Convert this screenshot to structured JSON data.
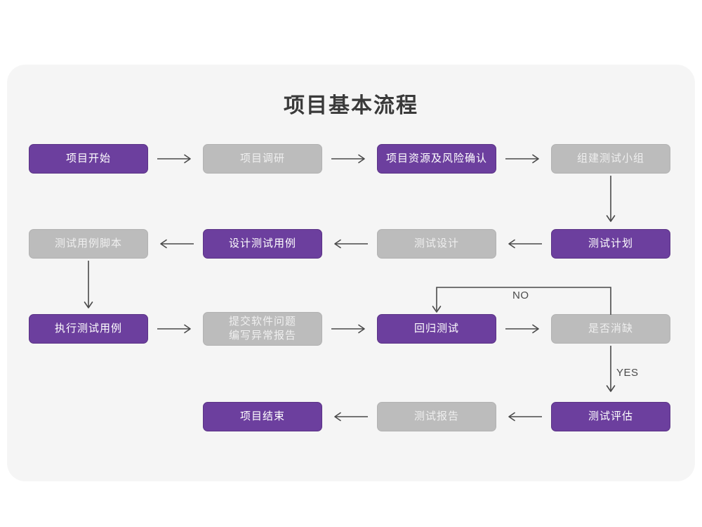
{
  "card": {
    "background_color": "#f5f5f5",
    "page_background_color": "#ffffff"
  },
  "title": "项目基本流程",
  "colors": {
    "accent_purple": "#6c3f9e",
    "muted_gray": "#bcbcbc",
    "arrow": "#4a4a4a",
    "title_text": "#3a3a3a"
  },
  "nodes": [
    {
      "id": "n1",
      "label": "项目开始",
      "style": "purple",
      "row": 1,
      "col": 1
    },
    {
      "id": "n2",
      "label": "项目调研",
      "style": "gray",
      "row": 1,
      "col": 2
    },
    {
      "id": "n3",
      "label": "项目资源及风险确认",
      "style": "purple",
      "row": 1,
      "col": 3
    },
    {
      "id": "n4",
      "label": "组建测试小组",
      "style": "gray",
      "row": 1,
      "col": 4
    },
    {
      "id": "n5",
      "label": "测试用例脚本",
      "style": "gray",
      "row": 2,
      "col": 1
    },
    {
      "id": "n6",
      "label": "设计测试用例",
      "style": "purple",
      "row": 2,
      "col": 2
    },
    {
      "id": "n7",
      "label": "测试设计",
      "style": "gray",
      "row": 2,
      "col": 3
    },
    {
      "id": "n8",
      "label": "测试计划",
      "style": "purple",
      "row": 2,
      "col": 4
    },
    {
      "id": "n9",
      "label": "执行测试用例",
      "style": "purple",
      "row": 3,
      "col": 1
    },
    {
      "id": "n10",
      "label_line1": "提交软件问题",
      "label_line2": "编写异常报告",
      "style": "gray",
      "row": 3,
      "col": 2
    },
    {
      "id": "n11",
      "label": "回归测试",
      "style": "purple",
      "row": 3,
      "col": 3
    },
    {
      "id": "n12",
      "label": "是否消缺",
      "style": "gray",
      "row": 3,
      "col": 4
    },
    {
      "id": "n13",
      "label": "项目结束",
      "style": "purple",
      "row": 4,
      "col": 2
    },
    {
      "id": "n14",
      "label": "测试报告",
      "style": "gray",
      "row": 4,
      "col": 3
    },
    {
      "id": "n15",
      "label": "测试评估",
      "style": "purple",
      "row": 4,
      "col": 4
    }
  ],
  "edge_labels": {
    "no": "NO",
    "yes": "YES"
  },
  "edges": [
    {
      "from": "n1",
      "to": "n2",
      "direction": "right"
    },
    {
      "from": "n2",
      "to": "n3",
      "direction": "right"
    },
    {
      "from": "n3",
      "to": "n4",
      "direction": "right"
    },
    {
      "from": "n4",
      "to": "n8",
      "direction": "down"
    },
    {
      "from": "n8",
      "to": "n7",
      "direction": "left"
    },
    {
      "from": "n7",
      "to": "n6",
      "direction": "left"
    },
    {
      "from": "n6",
      "to": "n5",
      "direction": "left"
    },
    {
      "from": "n5",
      "to": "n9",
      "direction": "down"
    },
    {
      "from": "n9",
      "to": "n10",
      "direction": "right"
    },
    {
      "from": "n10",
      "to": "n11",
      "direction": "right"
    },
    {
      "from": "n11",
      "to": "n12",
      "direction": "right"
    },
    {
      "from": "n12",
      "to": "n11",
      "direction": "loop-up-left",
      "label": "NO"
    },
    {
      "from": "n12",
      "to": "n15",
      "direction": "down",
      "label": "YES"
    },
    {
      "from": "n15",
      "to": "n14",
      "direction": "left"
    },
    {
      "from": "n14",
      "to": "n13",
      "direction": "left"
    }
  ]
}
